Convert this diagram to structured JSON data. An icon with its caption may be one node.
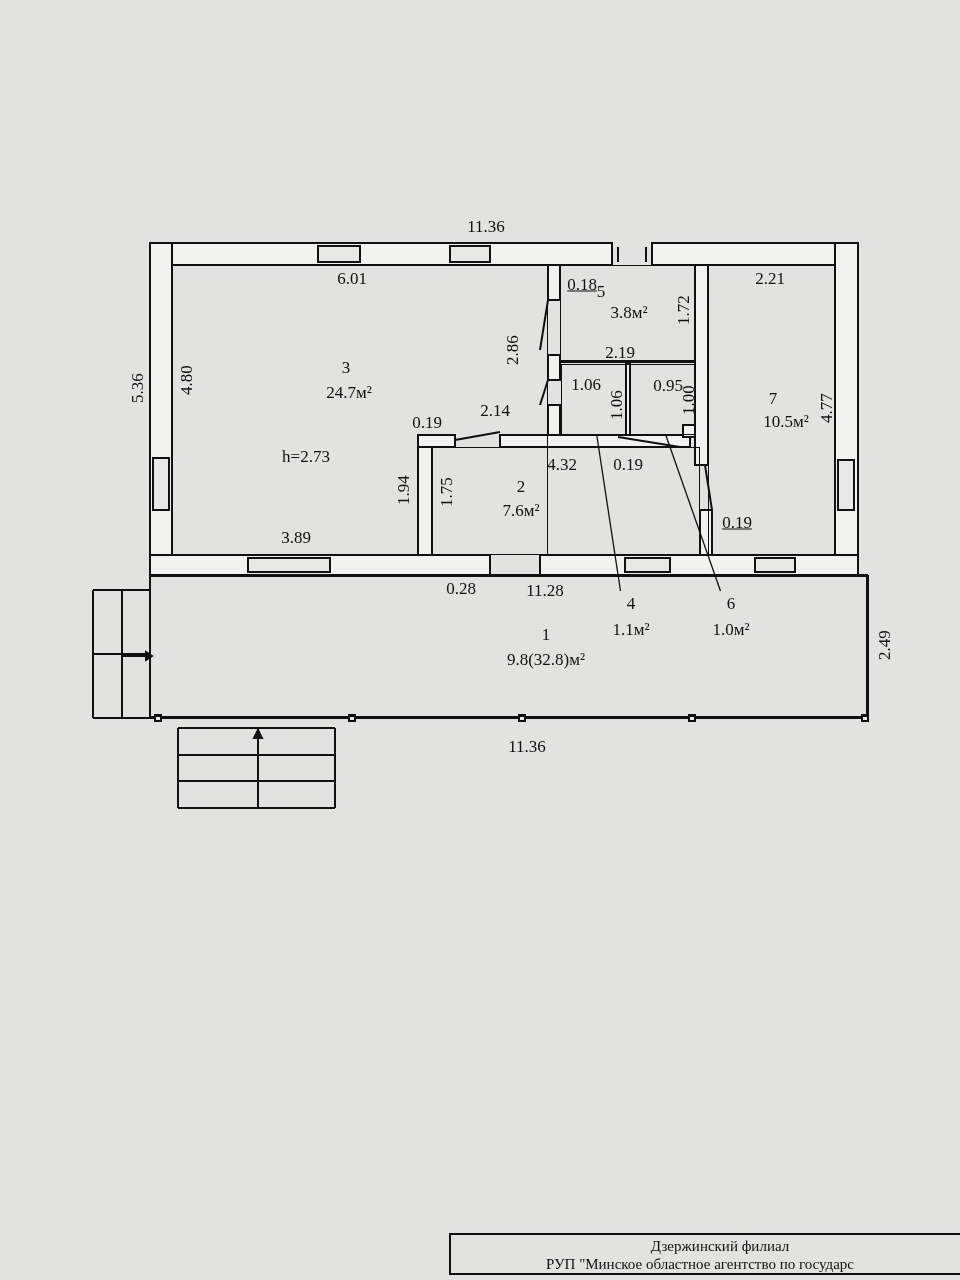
{
  "diagram": {
    "nodes": [
      {
        "text": [
          "1",
          "9.8(32.8)м²"
        ]
      },
      {
        "text": [
          "3",
          "24.7м²",
          "h=2.73"
        ]
      },
      {
        "text": [
          "5",
          "3.8м²"
        ]
      },
      {
        "text": [
          "2",
          "7.6м²"
        ]
      },
      {
        "text": [
          "7",
          "10.5м²"
        ]
      },
      {
        "text": [],
        "shape": "box"
      },
      {
        "text": [],
        "shape": "box"
      },
      {
        "text": [
          "4",
          "1.1м²"
        ],
        "in": 0
      },
      {
        "text": [
          "6",
          "1.0м²"
        ],
        "in": 0
      }
    ],
    "edges": [
      {
        "from": 7,
        "to": 5,
        "arrow": "none"
      },
      {
        "from": 8,
        "to": 6,
        "arrow": "none"
      }
    ],
    "labels": [
      "11.36",
      "6.01",
      "0.18",
      "2.21",
      "1.72",
      "2.86",
      "5.36",
      "4.80",
      "2.19",
      "1.06",
      "0.95",
      "1.06",
      "1.00",
      "4.77",
      "0.19",
      "2.14",
      "4.32",
      "0.19",
      "1.94",
      "1.75",
      "0.19",
      "3.89",
      "0.28",
      "11.28",
      "2.49",
      "11.36",
      "Дзержинский филиал",
      "РУП \"Минское областное агентство по государс"
    ]
  }
}
